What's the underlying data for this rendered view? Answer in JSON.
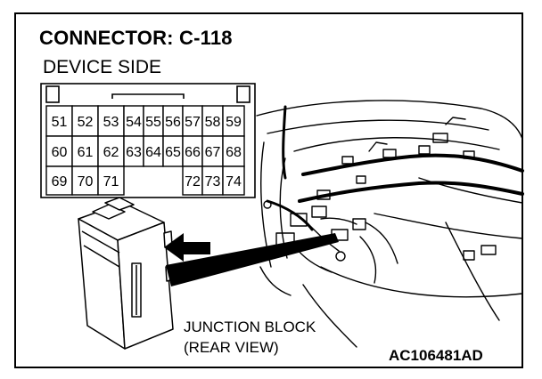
{
  "title": "CONNECTOR: C-118",
  "subtitle": "DEVICE SIDE",
  "connector": {
    "rows": [
      [
        "51",
        "52",
        "53",
        "54",
        "55",
        "56",
        "57",
        "58",
        "59"
      ],
      [
        "60",
        "61",
        "62",
        "63",
        "64",
        "65",
        "66",
        "67",
        "68"
      ],
      [
        "69",
        "70",
        "71",
        "",
        "",
        "",
        "72",
        "73",
        "74"
      ]
    ]
  },
  "caption": {
    "line1": "JUNCTION BLOCK",
    "line2": "(REAR VIEW)"
  },
  "figure_code": "AC106481AD"
}
